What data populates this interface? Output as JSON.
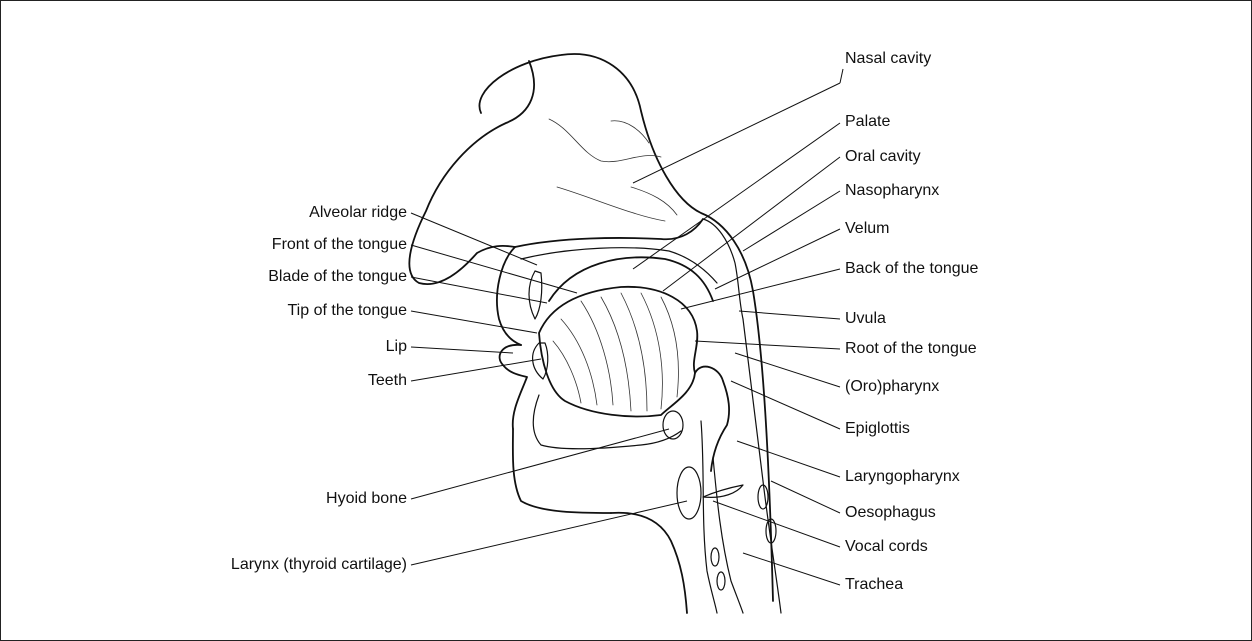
{
  "labels_left": [
    "Alveolar ridge",
    "Front of the tongue",
    "Blade of the tongue",
    "Tip of the tongue",
    "Lip",
    "Teeth",
    "Hyoid bone",
    "Larynx (thyroid cartilage)"
  ],
  "labels_right": [
    "Nasal cavity",
    "Palate",
    "Oral cavity",
    "Nasopharynx",
    "Velum",
    "Back of the tongue",
    "Uvula",
    "Root of the tongue",
    "(Oro)pharynx",
    "Epiglottis",
    "Laryngopharynx",
    "Oesophagus",
    "Vocal cords",
    "Trachea"
  ]
}
